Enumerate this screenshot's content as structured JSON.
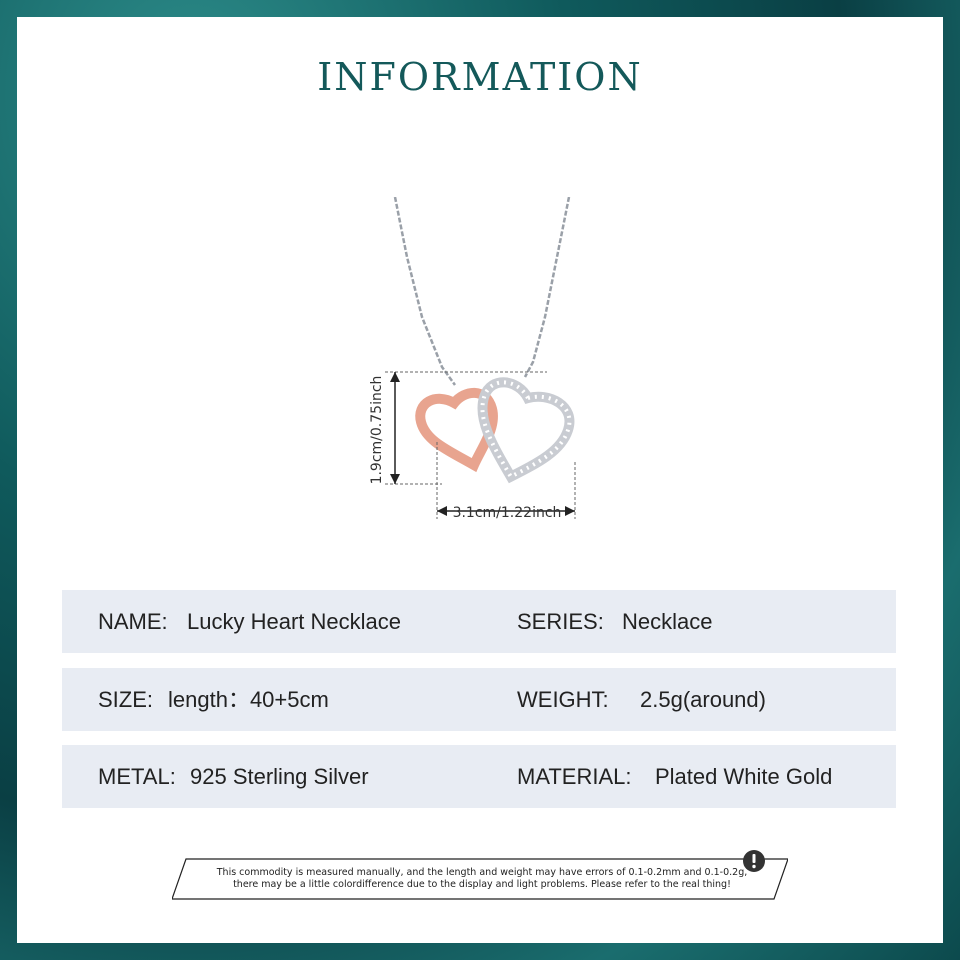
{
  "title": "INFORMATION",
  "dimensions": {
    "height_label": "1.9cm/0.75inch",
    "width_label": "3.1cm/1.22inch"
  },
  "specs": {
    "name_label": "NAME:",
    "name_value": "Lucky Heart Necklace",
    "series_label": "SERIES:",
    "series_value": "Necklace",
    "size_label": "SIZE:",
    "size_value": "length：40+5cm",
    "weight_label": "WEIGHT:",
    "weight_value": "2.5g(around)",
    "metal_label": "METAL:",
    "metal_value": "925 Sterling Silver",
    "material_label": "MATERIAL:",
    "material_value": "Plated White Gold"
  },
  "notice": {
    "line1": "This commodity is measured manually, and the length and weight may have errors of 0.1-0.2mm and 0.1-0.2g,",
    "line2": "there may be a little colordifference due to the display and light problems. Please refer to the real thing!"
  },
  "colors": {
    "accent": "#14595a",
    "row_bg": "#e8ecf3",
    "rose_gold": "#e8a48f",
    "silver": "#c9ccd2"
  }
}
